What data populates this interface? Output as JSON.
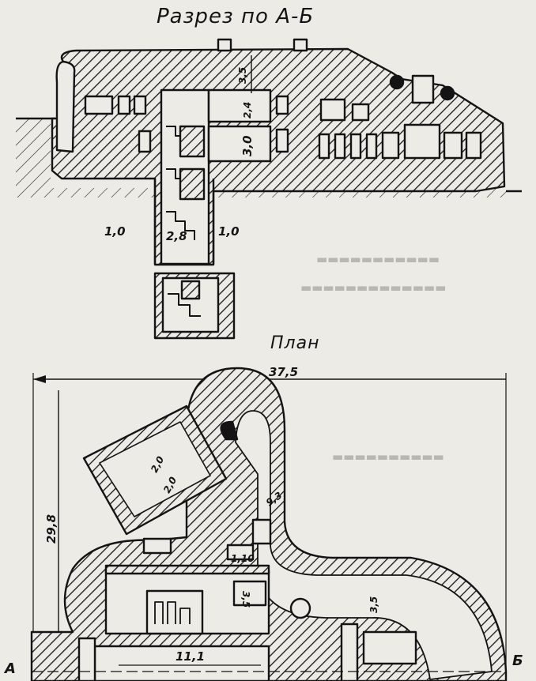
{
  "section": {
    "title": "Разрез по А-Б",
    "dims": {
      "height_upper": "3,5",
      "height_mid": "2,4",
      "height_wall": "3,0",
      "shaft_left": "1,0",
      "shaft_mid": "2,8",
      "shaft_right": "1,0"
    }
  },
  "plan": {
    "title": "План",
    "dims": {
      "overall_width": "37,5",
      "overall_height": "29,8",
      "ramp_width": "2,0",
      "ramp_width_2": "2,0",
      "arm_width": "9,3",
      "inner_thickness": "1,10",
      "bottom_width": "11,1",
      "small_1": "3,5",
      "small_2": "3,5"
    },
    "markers": {
      "start": "А",
      "end": "Б"
    }
  },
  "colors": {
    "ink": "#141414",
    "paper": "#ecebe6"
  }
}
